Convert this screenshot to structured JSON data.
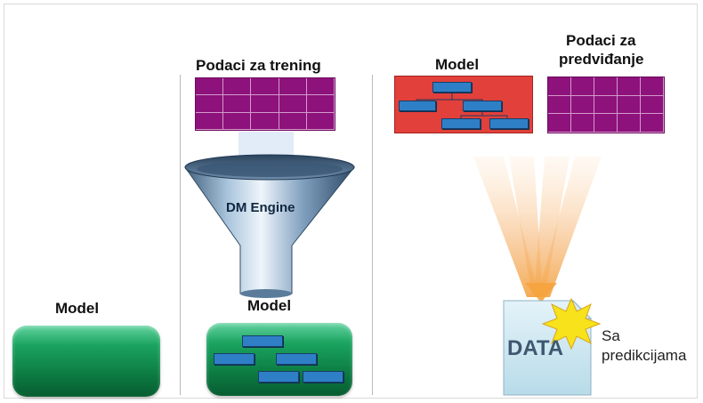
{
  "labels": {
    "model_left": "Model",
    "training_data": "Podaci za trening",
    "engine": "DM Engine",
    "model_center": "Model",
    "model_right": "Model",
    "prediction_data_line1": "Podaci za",
    "prediction_data_line2": "predviđanje",
    "data": "DATA",
    "with_predictions_line1": "Sa",
    "with_predictions_line2": "predikcijama"
  },
  "colors": {
    "purple_table": "#8d127b",
    "model_red": "#e2403a",
    "node_blue": "#2f7fc6",
    "green_box": "#0c7a42"
  },
  "icons": [
    "funnel-icon",
    "starburst-icon",
    "document-icon",
    "light-beams-icon"
  ]
}
